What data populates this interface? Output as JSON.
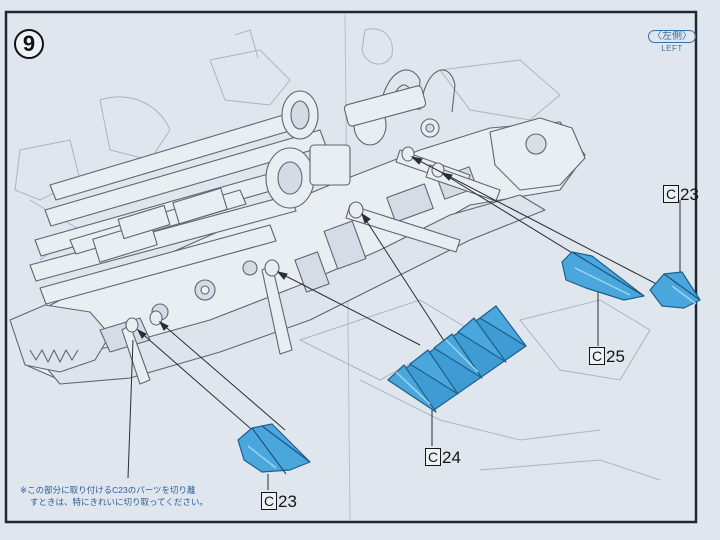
{
  "step": {
    "number": "9"
  },
  "side_indicator": {
    "jp": "〈左側〉",
    "en": "LEFT"
  },
  "parts": [
    {
      "letter": "C",
      "number": "23",
      "where": "upper-right"
    },
    {
      "letter": "C",
      "number": "25",
      "where": "middle-right"
    },
    {
      "letter": "C",
      "number": "24",
      "where": "bottom-center"
    },
    {
      "letter": "C",
      "number": "23",
      "where": "bottom-left"
    }
  ],
  "note": {
    "line1": "※この部分に取り付けるC23のパーツを切り離",
    "line2": "すときは、特にきれいに切り取ってください。"
  },
  "colors": {
    "paper": "#dfe6ee",
    "line_art": "#5f6670",
    "faint_art": "#a7b3c2",
    "part_fill": "#4aa7dd",
    "part_stroke": "#1f5f8c",
    "text_blue": "#2d5d95",
    "border": "#1e2a33"
  }
}
